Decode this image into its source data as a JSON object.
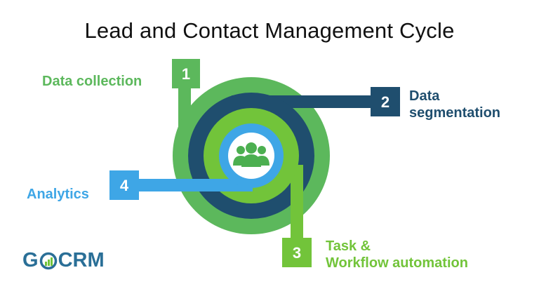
{
  "title": "Lead and Contact Management Cycle",
  "steps": [
    {
      "number": "1",
      "label": "Data collection",
      "color": "#5cb85c"
    },
    {
      "number": "2",
      "label_line1": "Data",
      "label_line2": "segmentation",
      "color": "#1f4e6e"
    },
    {
      "number": "3",
      "label_line1": "Task &",
      "label_line2": "Workflow automation",
      "color": "#72c43a"
    },
    {
      "number": "4",
      "label": "Analytics",
      "color": "#3ea6e6"
    }
  ],
  "center_icon": "people-group-icon",
  "logo": {
    "prefix": "G",
    "suffix": "CRM",
    "icon": "logo-o-chart-icon"
  }
}
